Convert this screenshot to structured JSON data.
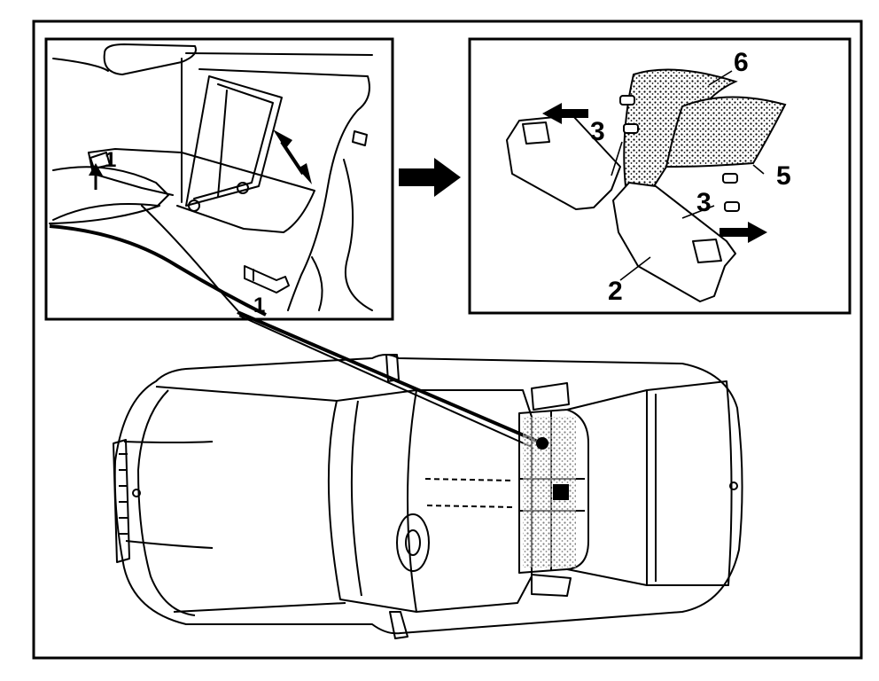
{
  "figure": {
    "ink_color": "#000000",
    "paper_color": "#ffffff",
    "left_inset": {
      "callouts": [
        {
          "id": "left-callout-1-a",
          "text": "1"
        },
        {
          "id": "left-callout-1-b",
          "text": "1"
        }
      ]
    },
    "right_inset": {
      "callouts": [
        {
          "id": "right-callout-6",
          "text": "6"
        },
        {
          "id": "right-callout-3-top",
          "text": "3"
        },
        {
          "id": "right-callout-5",
          "text": "5"
        },
        {
          "id": "right-callout-3-bottom",
          "text": "3"
        },
        {
          "id": "right-callout-2",
          "text": "2"
        }
      ]
    },
    "icons": {
      "transition_arrow": "right-arrow-icon",
      "lift_arrow": "up-arrow-icon",
      "adjust_arrow": "double-arrow-icon"
    }
  }
}
